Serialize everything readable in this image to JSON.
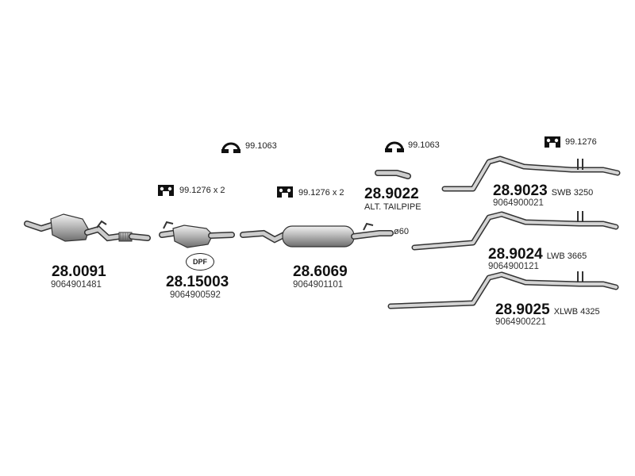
{
  "parts": [
    {
      "id": "p1",
      "code": "28.0091",
      "oem": "9064901481"
    },
    {
      "id": "p2",
      "code": "28.15003",
      "oem": "9064900592",
      "badge": "DPF"
    },
    {
      "id": "p3",
      "code": "28.6069",
      "oem": "9064901101",
      "note": "ø60"
    },
    {
      "id": "p4",
      "code": "28.9022",
      "sub": "ALT. TAILPIPE"
    },
    {
      "id": "p5",
      "code": "28.9023",
      "variant": "SWB 3250",
      "oem": "9064900021"
    },
    {
      "id": "p6",
      "code": "28.9024",
      "variant": "LWB 3665",
      "oem": "9064900121"
    },
    {
      "id": "p7",
      "code": "28.9025",
      "variant": "XLWB 4325",
      "oem": "9064900221"
    }
  ],
  "hardware": [
    {
      "id": "h1",
      "type": "clamp",
      "icon": "pipe-clamp-icon",
      "ref": "99.1063"
    },
    {
      "id": "h2",
      "type": "clamp",
      "icon": "pipe-clamp-icon",
      "ref": "99.1063"
    },
    {
      "id": "h3",
      "type": "hanger",
      "icon": "rubber-hanger-icon",
      "ref": "99.1276 x 2"
    },
    {
      "id": "h4",
      "type": "hanger",
      "icon": "rubber-hanger-icon",
      "ref": "99.1276 x 2"
    },
    {
      "id": "h5",
      "type": "hanger",
      "icon": "rubber-hanger-icon",
      "ref": "99.1276"
    }
  ]
}
